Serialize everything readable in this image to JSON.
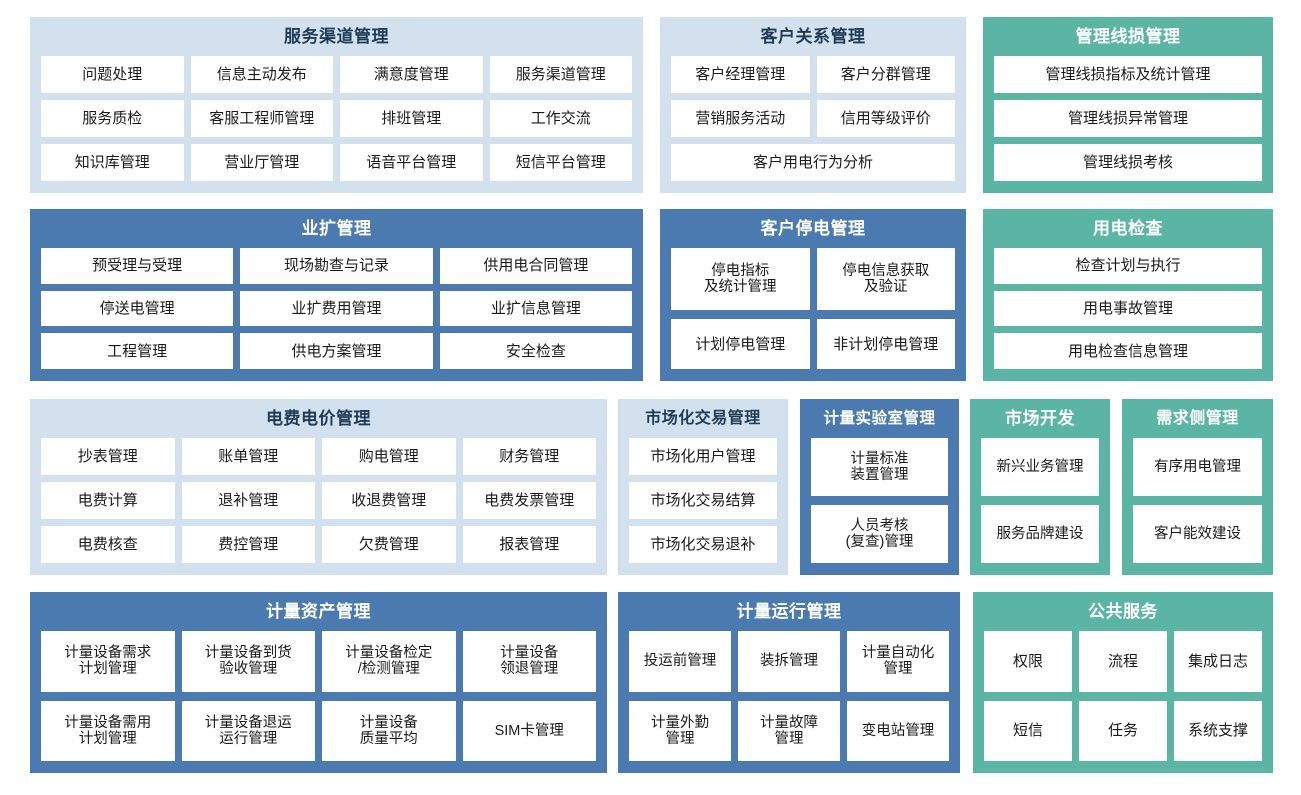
{
  "meta": {
    "colors": {
      "light_blue_panel": "#d3e1ef",
      "blue_panel": "#4a7ab0",
      "teal_panel": "#5bb5a4",
      "cell_background": "#ffffff",
      "dark_title_text": "#1f3c56",
      "light_title_text": "#ffffff",
      "page_background": "#ffffff"
    }
  },
  "rows": [
    {
      "panels": [
        {
          "title": "服务渠道管理",
          "style": "lightblue",
          "items": [
            [
              "问题处理",
              "信息主动发布",
              "满意度管理",
              "服务渠道管理"
            ],
            [
              "服务质检",
              "客服工程师管理",
              "排班管理",
              "工作交流"
            ],
            [
              "知识库管理",
              "营业厅管理",
              "语音平台管理",
              "短信平台管理"
            ]
          ]
        },
        {
          "title": "客户关系管理",
          "style": "lightblue",
          "items": [
            [
              "客户经理管理",
              "客户分群管理"
            ],
            [
              "营销服务活动",
              "信用等级评价"
            ],
            [
              "客户用电行为分析"
            ]
          ]
        },
        {
          "title": "管理线损管理",
          "style": "teal",
          "items": [
            [
              "管理线损指标及统计管理"
            ],
            [
              "管理线损异常管理"
            ],
            [
              "管理线损考核"
            ]
          ]
        }
      ]
    },
    {
      "panels": [
        {
          "title": "业扩管理",
          "style": "blue",
          "items": [
            [
              "预受理与受理",
              "现场勘查与记录",
              "供用电合同管理"
            ],
            [
              "停送电管理",
              "业扩费用管理",
              "业扩信息管理"
            ],
            [
              "工程管理",
              "供电方案管理",
              "安全检查"
            ]
          ]
        },
        {
          "title": "客户停电管理",
          "style": "blue",
          "items": [
            [
              "停电指标\n及统计管理",
              "停电信息获取\n及验证"
            ],
            [
              "计划停电管理",
              "非计划停电管理"
            ]
          ]
        },
        {
          "title": "用电检查",
          "style": "teal",
          "items": [
            [
              "检查计划与执行"
            ],
            [
              "用电事故管理"
            ],
            [
              "用电检查信息管理"
            ]
          ]
        }
      ]
    },
    {
      "panels": [
        {
          "title": "电费电价管理",
          "style": "lightblue",
          "items": [
            [
              "抄表管理",
              "账单管理",
              "购电管理",
              "财务管理"
            ],
            [
              "电费计算",
              "退补管理",
              "收退费管理",
              "电费发票管理"
            ],
            [
              "电费核查",
              "费控管理",
              "欠费管理",
              "报表管理"
            ]
          ]
        },
        {
          "title": "市场化交易管理",
          "style": "lightblue",
          "items": [
            [
              "市场化用户管理"
            ],
            [
              "市场化交易结算"
            ],
            [
              "市场化交易退补"
            ]
          ]
        },
        {
          "title": "计量实验室管理",
          "style": "blue",
          "items": [
            [
              "计量标准\n装置管理"
            ],
            [
              "人员考核\n(复查)管理"
            ]
          ]
        },
        {
          "title": "市场开发",
          "style": "teal",
          "items": [
            [
              "新兴业务管理"
            ],
            [
              "服务品牌建设"
            ]
          ]
        },
        {
          "title": "需求侧管理",
          "style": "teal",
          "items": [
            [
              "有序用电管理"
            ],
            [
              "客户能效建设"
            ]
          ]
        }
      ]
    },
    {
      "panels": [
        {
          "title": "计量资产管理",
          "style": "blue",
          "items": [
            [
              "计量设备需求\n计划管理",
              "计量设备到货\n验收管理",
              "计量设备检定\n/检测管理",
              "计量设备\n领退管理"
            ],
            [
              "计量设备需用\n计划管理",
              "计量设备退运\n运行管理",
              "计量设备\n质量平均",
              "SIM卡管理"
            ]
          ]
        },
        {
          "title": "计量运行管理",
          "style": "blue",
          "items": [
            [
              "投运前管理",
              "装拆管理",
              "计量自动化\n管理"
            ],
            [
              "计量外勤\n管理",
              "计量故障\n管理",
              "变电站管理"
            ]
          ]
        },
        {
          "title": "公共服务",
          "style": "teal",
          "items": [
            [
              "权限",
              "流程",
              "集成日志"
            ],
            [
              "短信",
              "任务",
              "系统支撑"
            ]
          ]
        }
      ]
    }
  ]
}
